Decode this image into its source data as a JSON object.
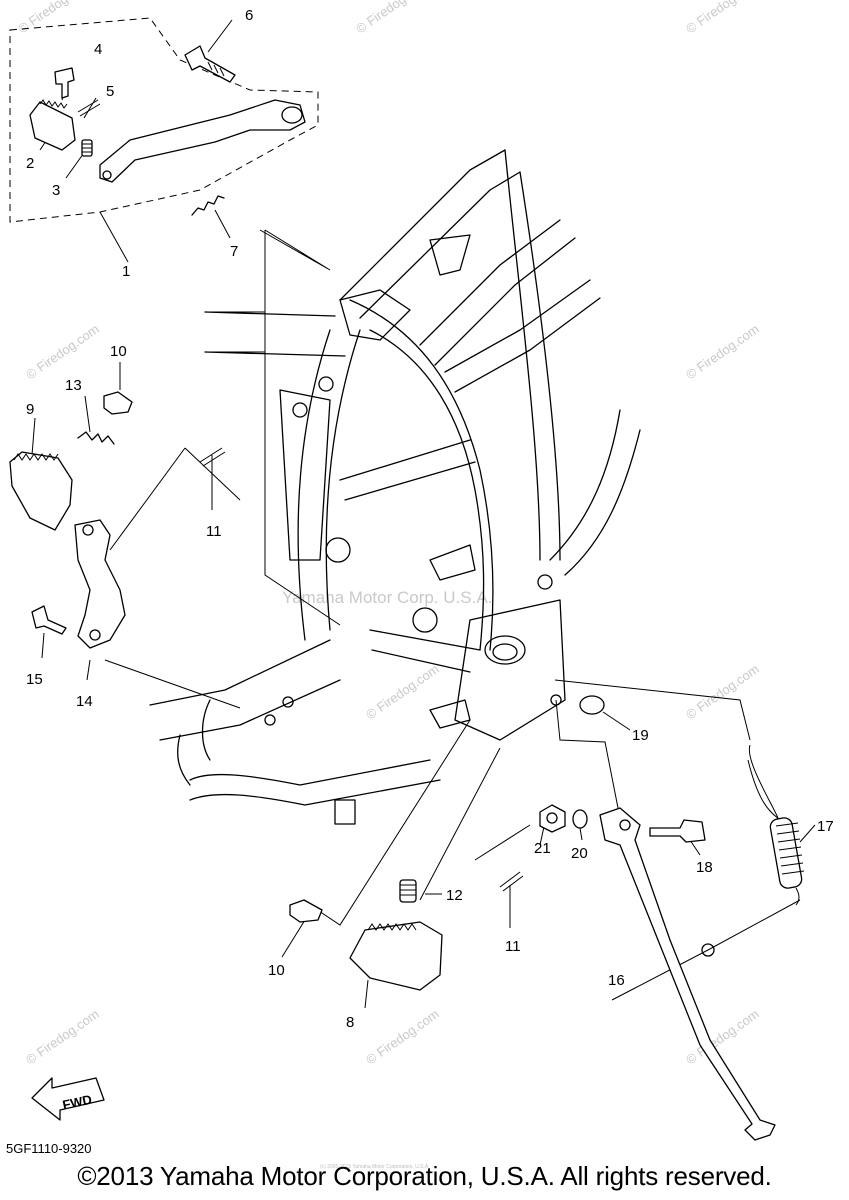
{
  "diagram": {
    "callouts": [
      {
        "id": "c1",
        "text": "1"
      },
      {
        "id": "c2",
        "text": "2"
      },
      {
        "id": "c3",
        "text": "3"
      },
      {
        "id": "c4",
        "text": "4"
      },
      {
        "id": "c5",
        "text": "5"
      },
      {
        "id": "c6",
        "text": "6"
      },
      {
        "id": "c7",
        "text": "7"
      },
      {
        "id": "c8",
        "text": "8"
      },
      {
        "id": "c9",
        "text": "9"
      },
      {
        "id": "c10a",
        "text": "10"
      },
      {
        "id": "c10b",
        "text": "10"
      },
      {
        "id": "c11a",
        "text": "11"
      },
      {
        "id": "c11b",
        "text": "11"
      },
      {
        "id": "c12",
        "text": "12"
      },
      {
        "id": "c13",
        "text": "13"
      },
      {
        "id": "c14",
        "text": "14"
      },
      {
        "id": "c15",
        "text": "15"
      },
      {
        "id": "c16",
        "text": "16"
      },
      {
        "id": "c17",
        "text": "17"
      },
      {
        "id": "c18",
        "text": "18"
      },
      {
        "id": "c19",
        "text": "19"
      },
      {
        "id": "c20",
        "text": "20"
      },
      {
        "id": "c21",
        "text": "21"
      }
    ],
    "fwd_label": "FWD",
    "watermark_center": "Yamaha Motor Corp. U.S.A.",
    "watermark_tile": "© Firedog.com",
    "small_copyright": "(c) 2005-2015 Yamaha Motor Corporation, U.S.A.",
    "drawing_code": "5GF1110-9320",
    "copyright": "©2013 Yamaha Motor Corporation, U.S.A. All rights reserved."
  }
}
